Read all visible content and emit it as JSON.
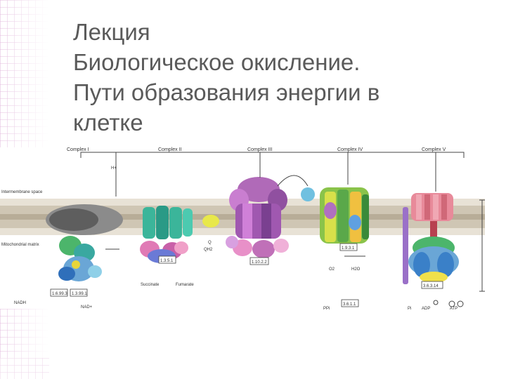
{
  "slide": {
    "title_lines": [
      "Лекция",
      "Биологическое окисление.",
      "Пути образования энергии в",
      "клетке"
    ]
  },
  "diagram": {
    "complex_labels": [
      "Complex I",
      "Complex II",
      "Complex III",
      "Complex IV",
      "Complex V"
    ],
    "side_labels": {
      "intermembrane": "Intermembrane space",
      "matrix": "Mitochondrial matrix"
    },
    "enzyme_codes": [
      "1.6.99.3",
      "1.3.99.1",
      "1.3.5.1",
      "1.10.2.2",
      "1.9.3.1",
      "3.6.3.14",
      "3.6.1.1"
    ],
    "molecule_labels": [
      "NADH",
      "NAD+",
      "Succinate",
      "Fumarate",
      "Q",
      "QH2",
      "O2",
      "H2O",
      "ADP",
      "ATP",
      "Pi",
      "PPi",
      "H+"
    ],
    "colors": {
      "membrane": "#d8d0c0",
      "complex1": "#6aa6d6",
      "complex2": "#3bb59a",
      "complex3": "#b06ab8",
      "complex4": "#8ac34a",
      "complex5": "#e88a9a",
      "accent": "#c9a0c8"
    }
  }
}
